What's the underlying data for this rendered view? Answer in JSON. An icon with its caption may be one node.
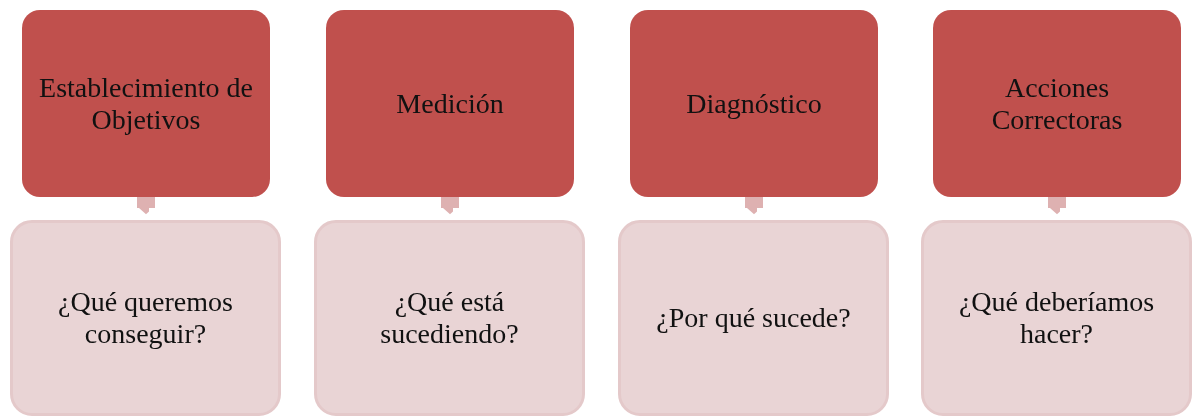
{
  "diagram": {
    "nodes": [
      {
        "text": [
          "Establecimiento de Objetivos"
        ]
      },
      {
        "text": [
          "Medición"
        ]
      },
      {
        "text": [
          "Diagnóstico"
        ]
      },
      {
        "text": [
          "Acciones Correctoras"
        ]
      },
      {
        "text": [
          "¿Qué queremos conseguir?"
        ]
      },
      {
        "text": [
          "¿Qué está sucediendo?"
        ]
      },
      {
        "text": [
          "¿Por qué sucede?"
        ]
      },
      {
        "text": [
          "¿Qué deberíamos hacer?"
        ]
      }
    ],
    "edges": [
      {
        "from": 0,
        "to": 4,
        "arrow": "to"
      },
      {
        "from": 1,
        "to": 5,
        "arrow": "to"
      },
      {
        "from": 2,
        "to": 6,
        "arrow": "to"
      },
      {
        "from": 3,
        "to": 7,
        "arrow": "to"
      }
    ]
  }
}
